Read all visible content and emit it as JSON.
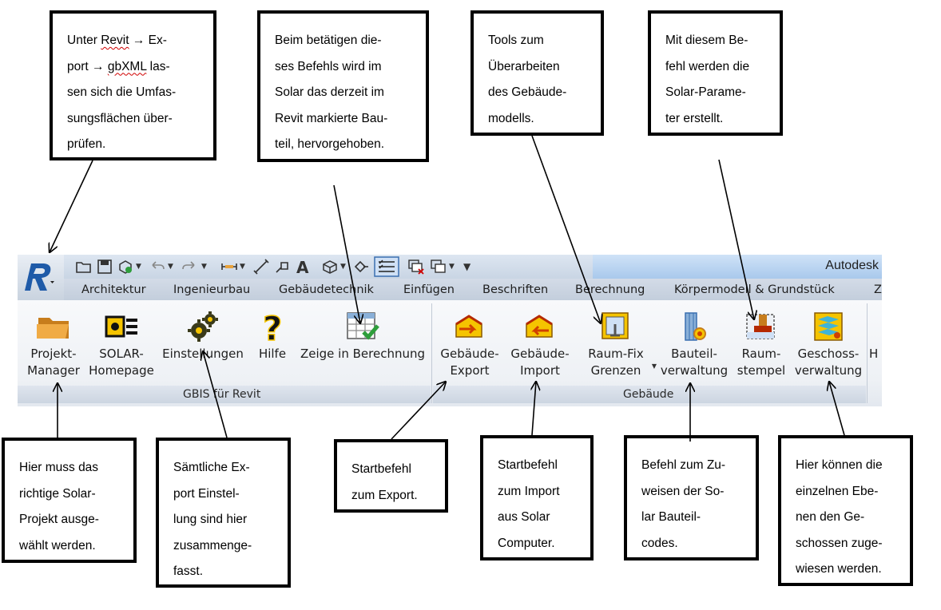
{
  "callouts_top": [
    {
      "lines": "Unter Revit → Ex-\nport → gbXML las-\nsen sich die Umfas-\nsungsflächen über-\nprüfen."
    },
    {
      "lines": "Beim betätigen die-\nses Befehls wird im\nSolar das derzeit im\nRevit markierte Bau-\nteil, hervorgehoben."
    },
    {
      "lines": "Tools zum\nÜberarbeiten\ndes Gebäude-\nmodells."
    },
    {
      "lines": "Mit diesem Be-\nfehl werden die\nSolar-Parame-\nter erstellt."
    }
  ],
  "callouts_bottom": [
    {
      "lines": "Hier muss das\nrichtige Solar-\nProjekt ausge-\nwählt werden."
    },
    {
      "lines": "Sämtliche Ex-\nport Einstel-\nlung sind hier\nzusammenge-\nfasst."
    },
    {
      "lines": "Startbefehl\nzum Export."
    },
    {
      "lines": "Startbefehl\nzum Import\naus Solar\nComputer."
    },
    {
      "lines": "Befehl zum Zu-\nweisen der So-\nlar Bauteil-\ncodes."
    },
    {
      "lines": "Hier können die\neinzelnen Ebe-\nnen den Ge-\nschossen zuge-\nwiesen werden."
    }
  ],
  "window": {
    "title": "Autodesk"
  },
  "tabs": [
    "Architektur",
    "Ingenieurbau",
    "Gebäudetechnik",
    "Einfügen",
    "Beschriften",
    "Berechnung",
    "Körpermodell & Grundstück",
    "Z"
  ],
  "groups": {
    "gbis": "GBIS für Revit",
    "gebaeude": "Gebäude"
  },
  "buttons": {
    "projekt_manager": "Projekt-\nManager",
    "solar_homepage": "SOLAR-\nHomepage",
    "einstellungen": "Einstellungen",
    "hilfe": "Hilfe",
    "zeige": "Zeige in Berechnung",
    "gebaeude_export": "Gebäude-\nExport",
    "gebaeude_import": "Gebäude-\nImport",
    "raum_fix": "Raum-Fix\nGrenzen",
    "bauteilverwaltung": "Bauteil-\nverwaltung",
    "raumstempel": "Raum-\nstempel",
    "geschossverwaltung": "Geschoss-\nverwaltung",
    "cut_h": "H"
  },
  "colors": {
    "accent": "#1e5aa8",
    "folder": "#e8a23c",
    "check": "#2e9e3b"
  }
}
